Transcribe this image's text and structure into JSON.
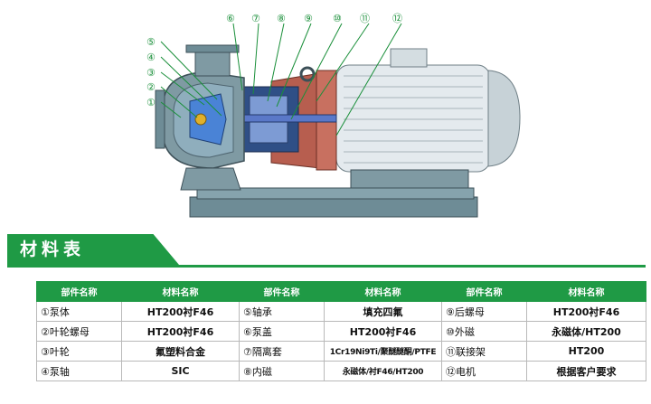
{
  "diagram": {
    "callouts": [
      "①",
      "②",
      "③",
      "④",
      "⑤",
      "⑥",
      "⑦",
      "⑧",
      "⑨",
      "⑩",
      "⑪",
      "⑫"
    ],
    "colors": {
      "accent": "#1f9a45",
      "body": "#6c8a93",
      "motor": "#e6ecef",
      "pump_red": "#c87060",
      "shaft_blue": "#5a78c8"
    }
  },
  "section_title": "材料表",
  "table": {
    "headers": [
      "部件名称",
      "材料名称",
      "部件名称",
      "材料名称",
      "部件名称",
      "材料名称"
    ],
    "rows": [
      [
        "①泵体",
        "HT200衬F46",
        "⑤轴承",
        "填充四氟",
        "⑨后螺母",
        "HT200衬F46"
      ],
      [
        "②叶轮螺母",
        "HT200衬F46",
        "⑥泵盖",
        "HT200衬F46",
        "⑩外磁",
        "永磁体/HT200"
      ],
      [
        "③叶轮",
        "氟塑料合金",
        "⑦隔离套",
        "1Cr19Ni9Ti/聚醚醚酮/PTFE",
        "⑪联接架",
        "HT200"
      ],
      [
        "④泵轴",
        "SIC",
        "⑧内磁",
        "永磁体/衬F46/HT200",
        "⑫电机",
        "根据客户要求"
      ]
    ]
  }
}
